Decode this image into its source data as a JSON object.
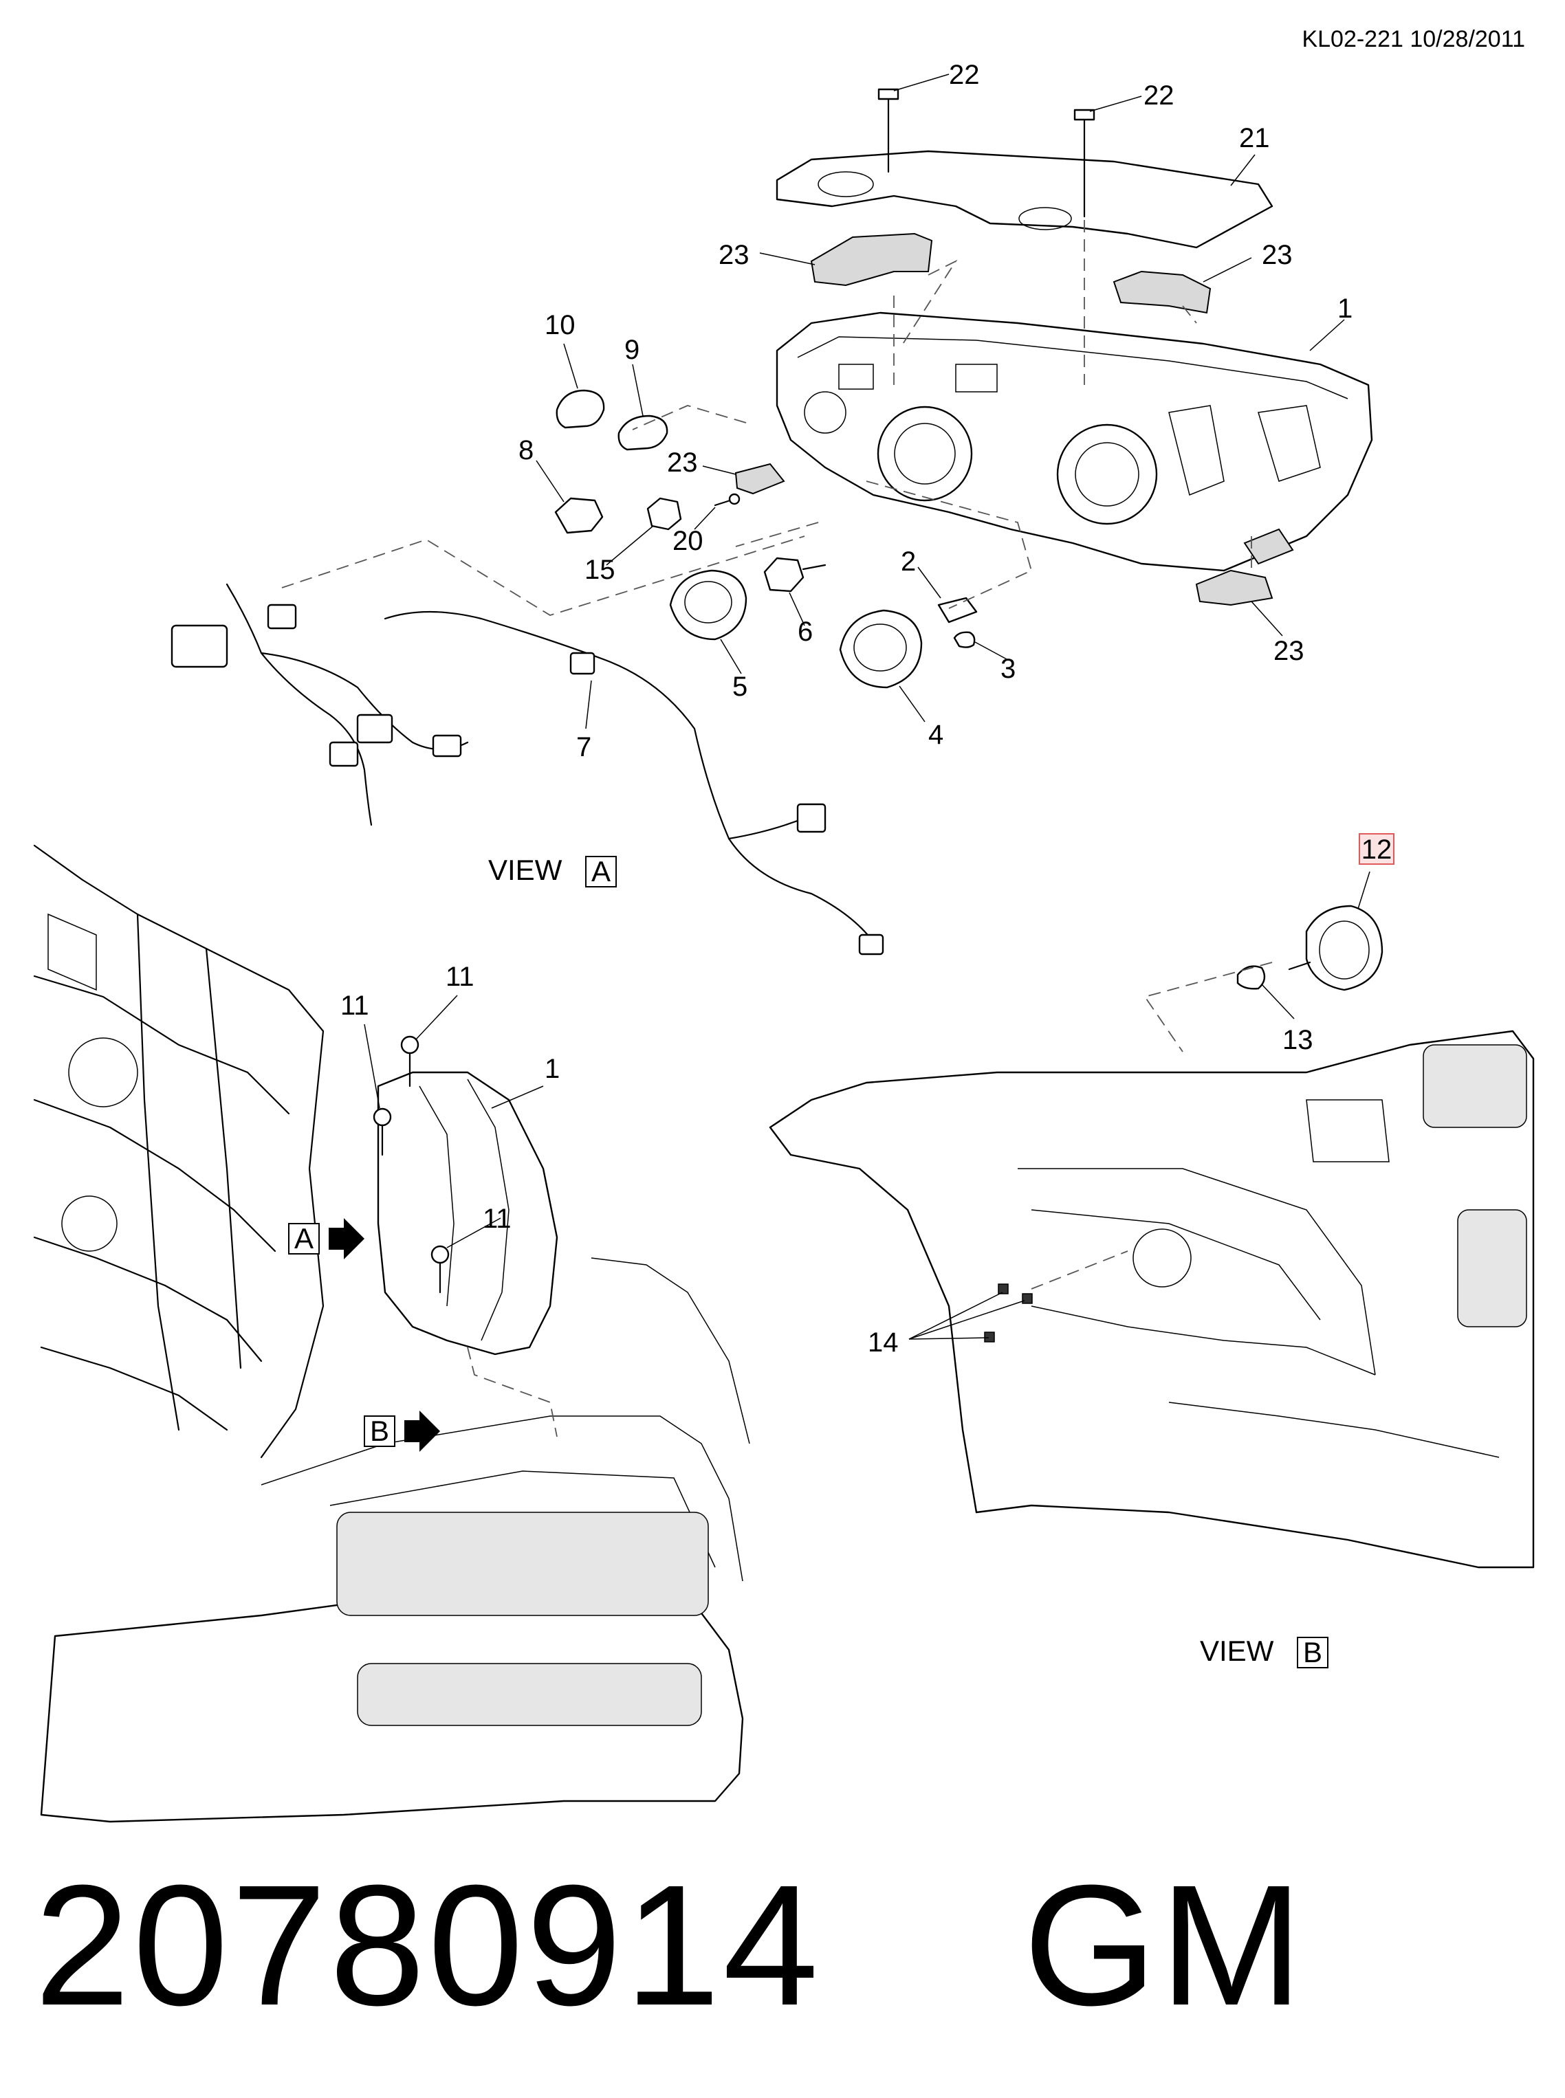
{
  "header": {
    "drawing_ref": "KL02-221 10/28/2011"
  },
  "views": {
    "view_a": "VIEW",
    "view_a_box": "A",
    "view_b": "VIEW",
    "view_b_box": "B"
  },
  "callouts": {
    "c1_top": "1",
    "c2": "2",
    "c3": "3",
    "c4": "4",
    "c5": "5",
    "c6": "6",
    "c7": "7",
    "c8": "8",
    "c9": "9",
    "c10": "10",
    "c11_a": "11",
    "c11_b": "11",
    "c11_c": "11",
    "c1_lower": "1",
    "c12": "12",
    "c13": "13",
    "c14": "14",
    "c15": "15",
    "c20": "20",
    "c21": "21",
    "c22_a": "22",
    "c22_b": "22",
    "c23_a": "23",
    "c23_b": "23",
    "c23_c": "23",
    "c23_d": "23",
    "arrow_a": "A",
    "arrow_b": "B"
  },
  "highlight_color": "#e05a5a",
  "footer": {
    "part_number": "20780914",
    "brand": "GM"
  }
}
